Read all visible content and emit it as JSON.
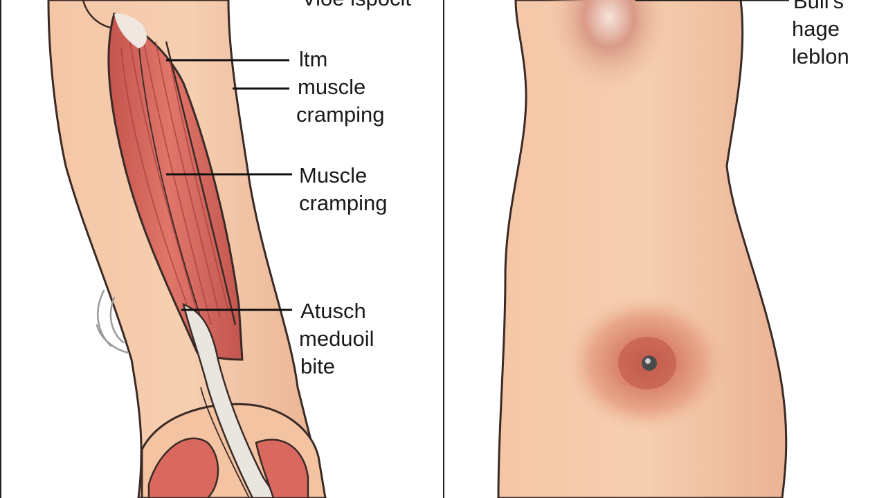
{
  "labels": {
    "top_caption": "Vioe ispocit",
    "label_1_line_1": "ltm",
    "label_1_line_2": "muscle",
    "label_1_line_3": "cramping",
    "label_2_line_1": "Muscle",
    "label_2_line_2": "cramping",
    "label_3_line_1": "Atusch",
    "label_3_line_2": "meduoil",
    "label_3_line_3": "bite",
    "right_line_1": "Buli's",
    "right_line_2": "hage",
    "right_line_3": "leblon"
  },
  "colors": {
    "skin": "#f2c2a0",
    "skin_shadow": "#e8a986",
    "muscle": "#d9695e",
    "muscle_dark": "#b94a44",
    "tendon": "#e9e6e0",
    "outline": "#3a2a26",
    "bite_ring": "#d98a72",
    "bite_center": "#4a4a4a"
  }
}
